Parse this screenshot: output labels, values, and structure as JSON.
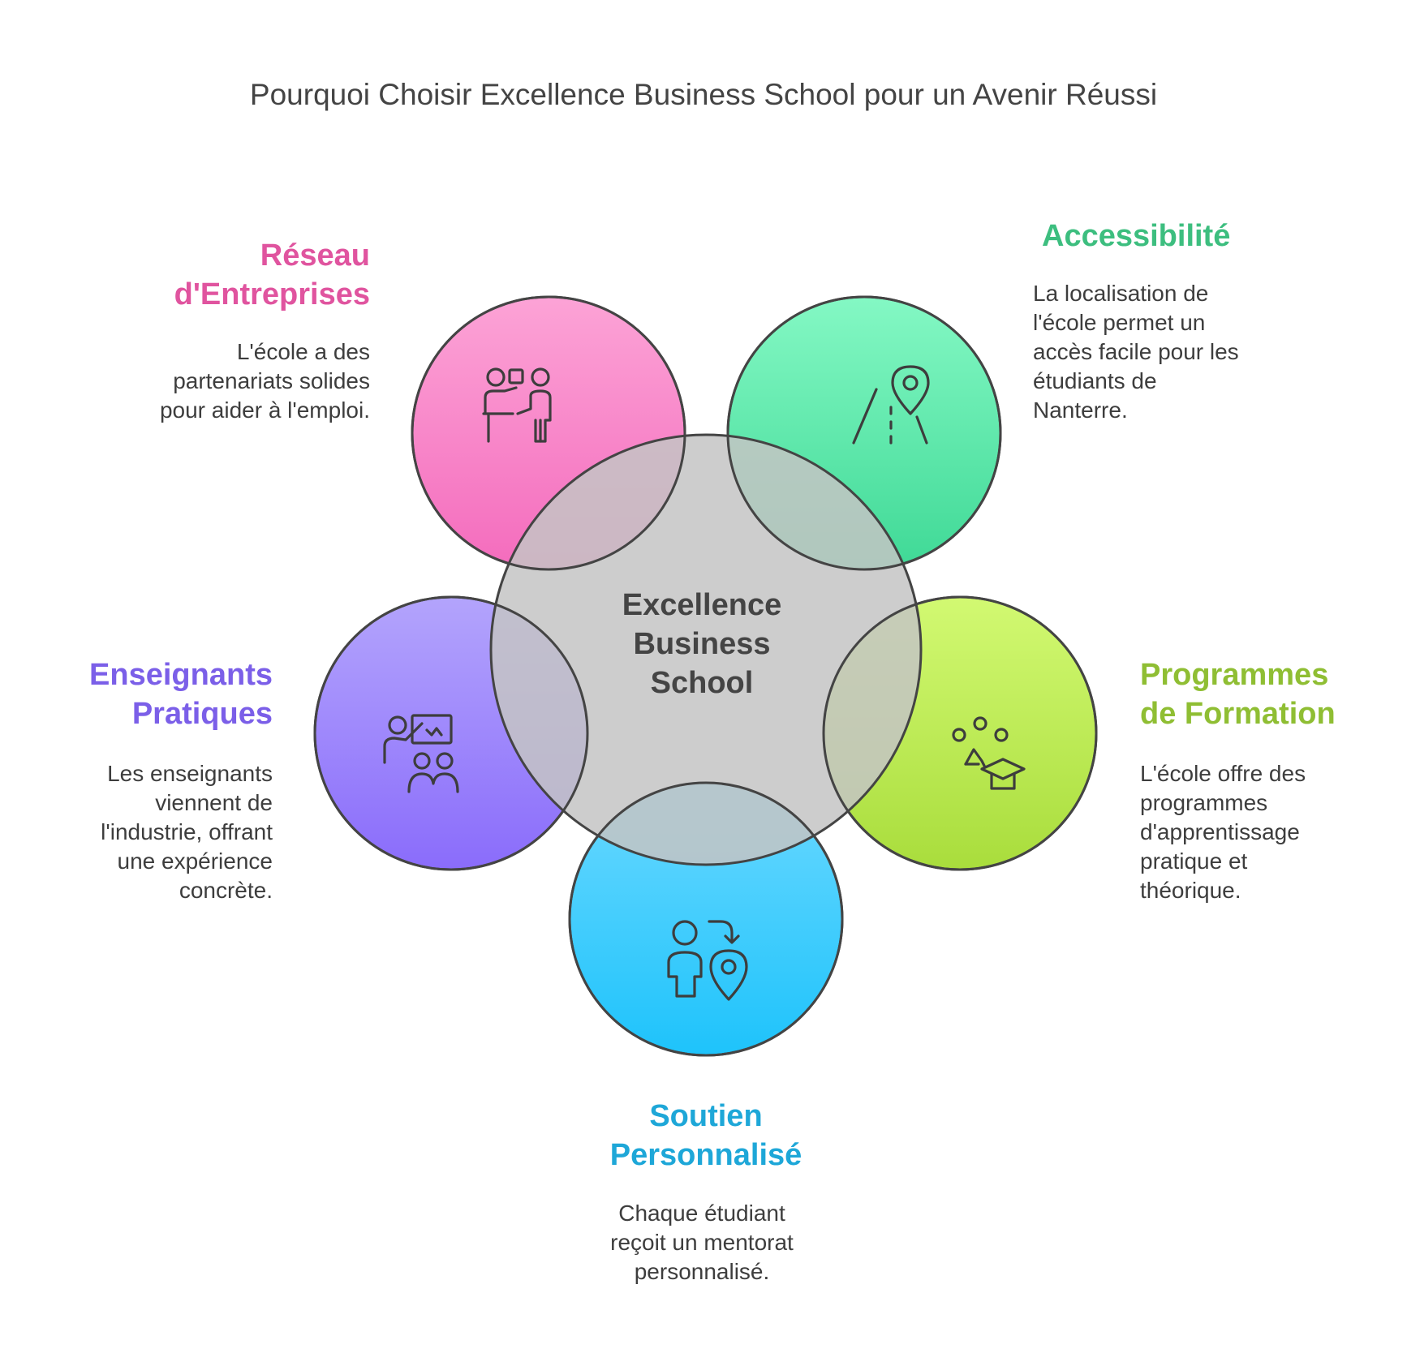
{
  "title": "Pourquoi Choisir Excellence Business School pour un Avenir Réussi",
  "hub": {
    "lines": [
      "Excellence",
      "Business",
      "School"
    ]
  },
  "nodes": {
    "reseau": {
      "heading": [
        "Réseau",
        "d'Entreprises"
      ],
      "description": [
        "L'école a des",
        "partenariats solides",
        "pour aider à l'emploi."
      ],
      "color": "#e0549f",
      "icon": "teacher-student-icon"
    },
    "accessibilite": {
      "heading": [
        "Accessibilité"
      ],
      "description": [
        "La localisation de",
        "l'école permet un",
        "accès facile pour les",
        "étudiants de",
        "Nanterre."
      ],
      "color": "#3dbe7f",
      "icon": "road-location-icon"
    },
    "enseignants": {
      "heading": [
        "Enseignants",
        "Pratiques"
      ],
      "description": [
        "Les enseignants",
        "viennent de",
        "l'industrie, offrant",
        "une expérience",
        "concrète."
      ],
      "color": "#7b5fe8",
      "icon": "presentation-audience-icon"
    },
    "programmes": {
      "heading": [
        "Programmes",
        "de Formation"
      ],
      "description": [
        "L'école offre des",
        "programmes",
        "d'apprentissage",
        "pratique et",
        "théorique."
      ],
      "color": "#8fbe33",
      "icon": "graduation-cap-icon"
    },
    "soutien": {
      "heading": [
        "Soutien",
        "Personnalisé"
      ],
      "description": [
        "Chaque étudiant",
        "reçoit un mentorat",
        "personnalisé."
      ],
      "color": "#1ea7d8",
      "icon": "person-guidance-icon"
    }
  }
}
